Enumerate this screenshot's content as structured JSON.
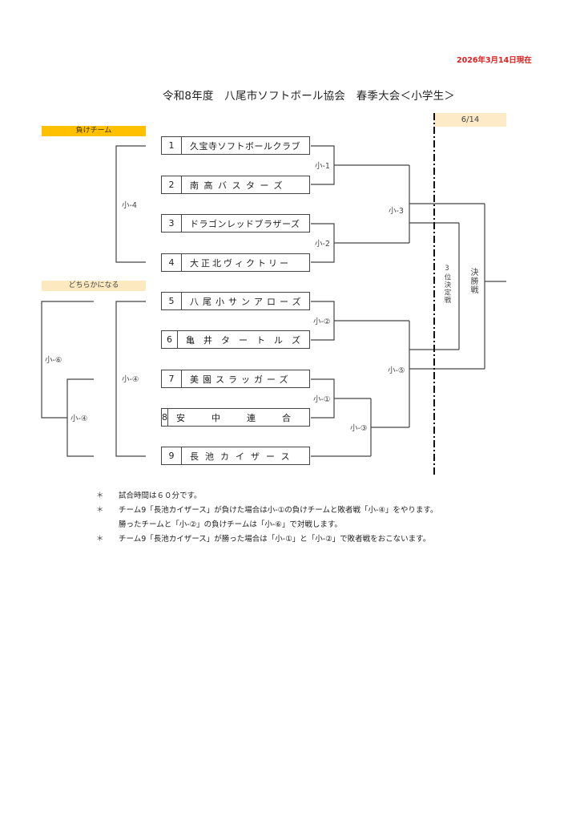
{
  "header": {
    "as_of": "2026年3月14日現在",
    "title": "令和8年度　八尾市ソフトボール協会　春季大会＜小学生＞"
  },
  "legends": {
    "loser_team": "負けチーム",
    "either": "どちらかになる"
  },
  "date_column": "6/14",
  "teams": [
    {
      "number": "1",
      "name": "久宝寺ソフトボールクラブ"
    },
    {
      "number": "2",
      "name": "南高バスターズ"
    },
    {
      "number": "3",
      "name": "ドラゴンレッドブラザーズ"
    },
    {
      "number": "4",
      "name": "大正北ヴィクトリー"
    },
    {
      "number": "5",
      "name": "八尾小サンアローズ"
    },
    {
      "number": "6",
      "name": "亀井タートルズ"
    },
    {
      "number": "7",
      "name": "美園スラッガーズ"
    },
    {
      "number": "8",
      "name": "安中連合"
    },
    {
      "number": "9",
      "name": "長池カイザース"
    }
  ],
  "matches": {
    "m1": "小-1",
    "m2": "小-2",
    "m3": "小-3",
    "m4_left": "小-4",
    "mc2": "小-②",
    "mc1": "小-①",
    "mc3": "小-③",
    "mc5": "小-⑤",
    "mc4_left": "小-④",
    "mc6": "小-⑥",
    "mc4_far": "小-④"
  },
  "finals": {
    "third_place": "3位決定戦",
    "championship": "決勝戦"
  },
  "notes": [
    {
      "mark": "＊",
      "text": "試合時間は６０分です。"
    },
    {
      "mark": "＊",
      "text": "チーム9「長池カイザース」が負けた場合は小-①の負けチームと敗者戦「小-④」をやります。"
    },
    {
      "mark": "",
      "text": "勝ったチームと「小-②」の負けチームは「小-⑥」で対戦します。"
    },
    {
      "mark": "＊",
      "text": "チーム9「長池カイザース」が勝った場合は「小-①」と「小-②」で敗者戦をおこないます。"
    }
  ]
}
